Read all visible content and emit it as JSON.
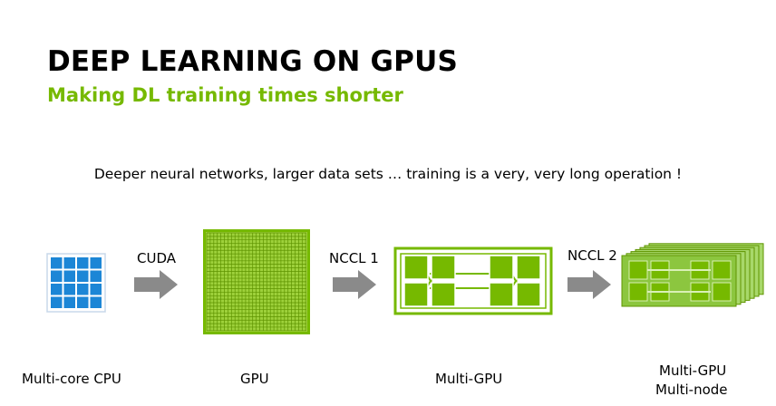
{
  "header": {
    "title": "DEEP LEARNING ON GPUS",
    "subtitle": "Making DL training times shorter"
  },
  "tagline": "Deeper neural networks, larger data sets … training is a very, very long operation !",
  "stages": [
    {
      "label": "Multi-core CPU",
      "icon": "cpu-grid-icon"
    },
    {
      "label": "GPU",
      "icon": "gpu-chip-icon"
    },
    {
      "label": "Multi-GPU",
      "icon": "multi-gpu-board-icon"
    },
    {
      "label_line1": "Multi-GPU",
      "label_line2": "Multi-node",
      "icon": "multi-node-stack-icon"
    }
  ],
  "transitions": [
    {
      "label": "CUDA",
      "icon": "arrow-right-icon"
    },
    {
      "label": "NCCL 1",
      "icon": "arrow-right-icon"
    },
    {
      "label": "NCCL 2",
      "icon": "arrow-right-icon"
    }
  ],
  "colors": {
    "accent_green": "#76b900",
    "cpu_blue": "#1c86d6",
    "arrow_gray": "#8a8a8a"
  }
}
